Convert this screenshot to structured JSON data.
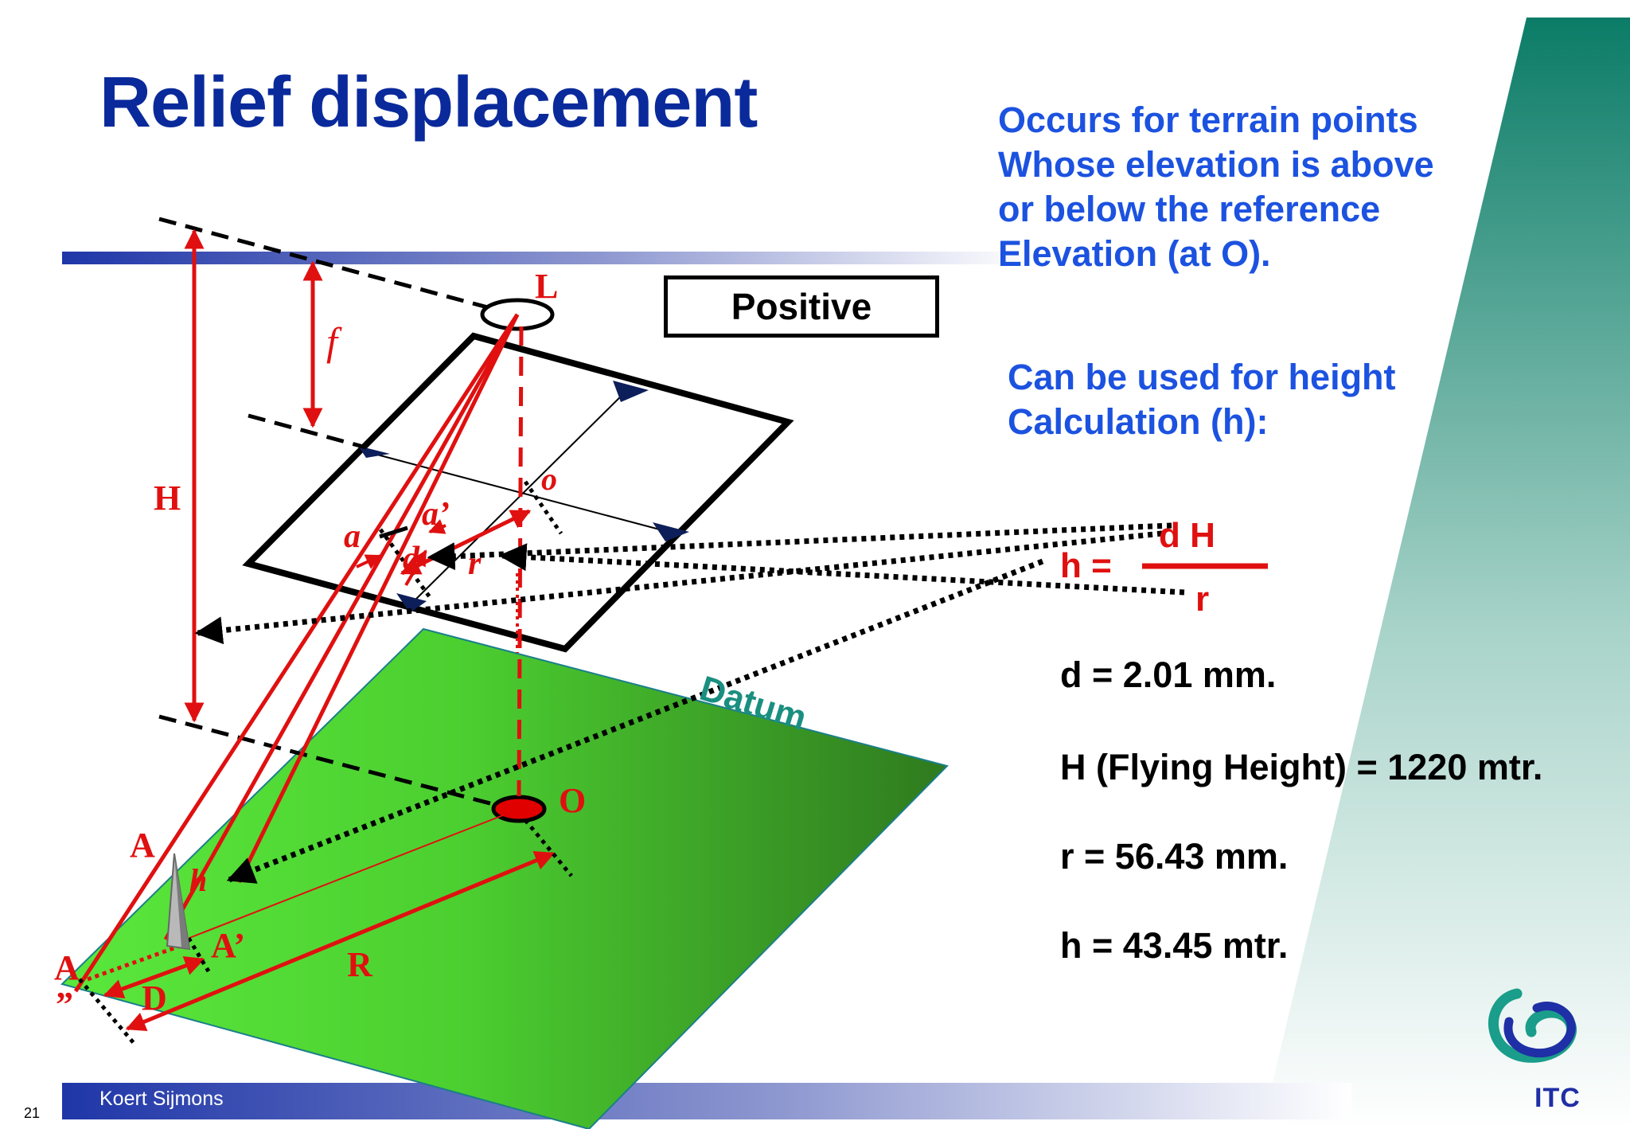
{
  "slide": {
    "title": "Relief displacement",
    "page_number": "21",
    "author": "Koert Sijmons",
    "logo_text": "ITC"
  },
  "description_lines": [
    "Occurs for terrain points",
    "Whose elevation is above",
    "or below the reference",
    "Elevation (at O)."
  ],
  "usage_lines": [
    "Can be used for height",
    "Calculation (h):"
  ],
  "formula": {
    "lhs": "h =",
    "numerator": "d H",
    "denominator": "r"
  },
  "values": {
    "d": "d = 2.01 mm.",
    "H": "H (Flying Height) = 1220 mtr.",
    "r": "r = 56.43 mm.",
    "h": "h = 43.45 mtr."
  },
  "diagram_labels": {
    "positive": "Positive",
    "datum": "Datum",
    "L": "L",
    "f": "f",
    "H": "H",
    "o": "o",
    "a": "a",
    "a_prime": "a’",
    "d": "d",
    "r": "r",
    "O": "O",
    "A": "A",
    "h": "h",
    "A_prime": "A’",
    "R": "R",
    "A_dblprime": "A",
    "dblprime_mark": "”",
    "D": "D"
  },
  "colors": {
    "title_blue": "#0a2a9b",
    "text_blue": "#1c52e0",
    "red": "#e01010",
    "green_light": "#5ae33a",
    "green_dark": "#2f7a1f",
    "teal": "#0f7f68",
    "datum_teal": "#1a8f80"
  }
}
